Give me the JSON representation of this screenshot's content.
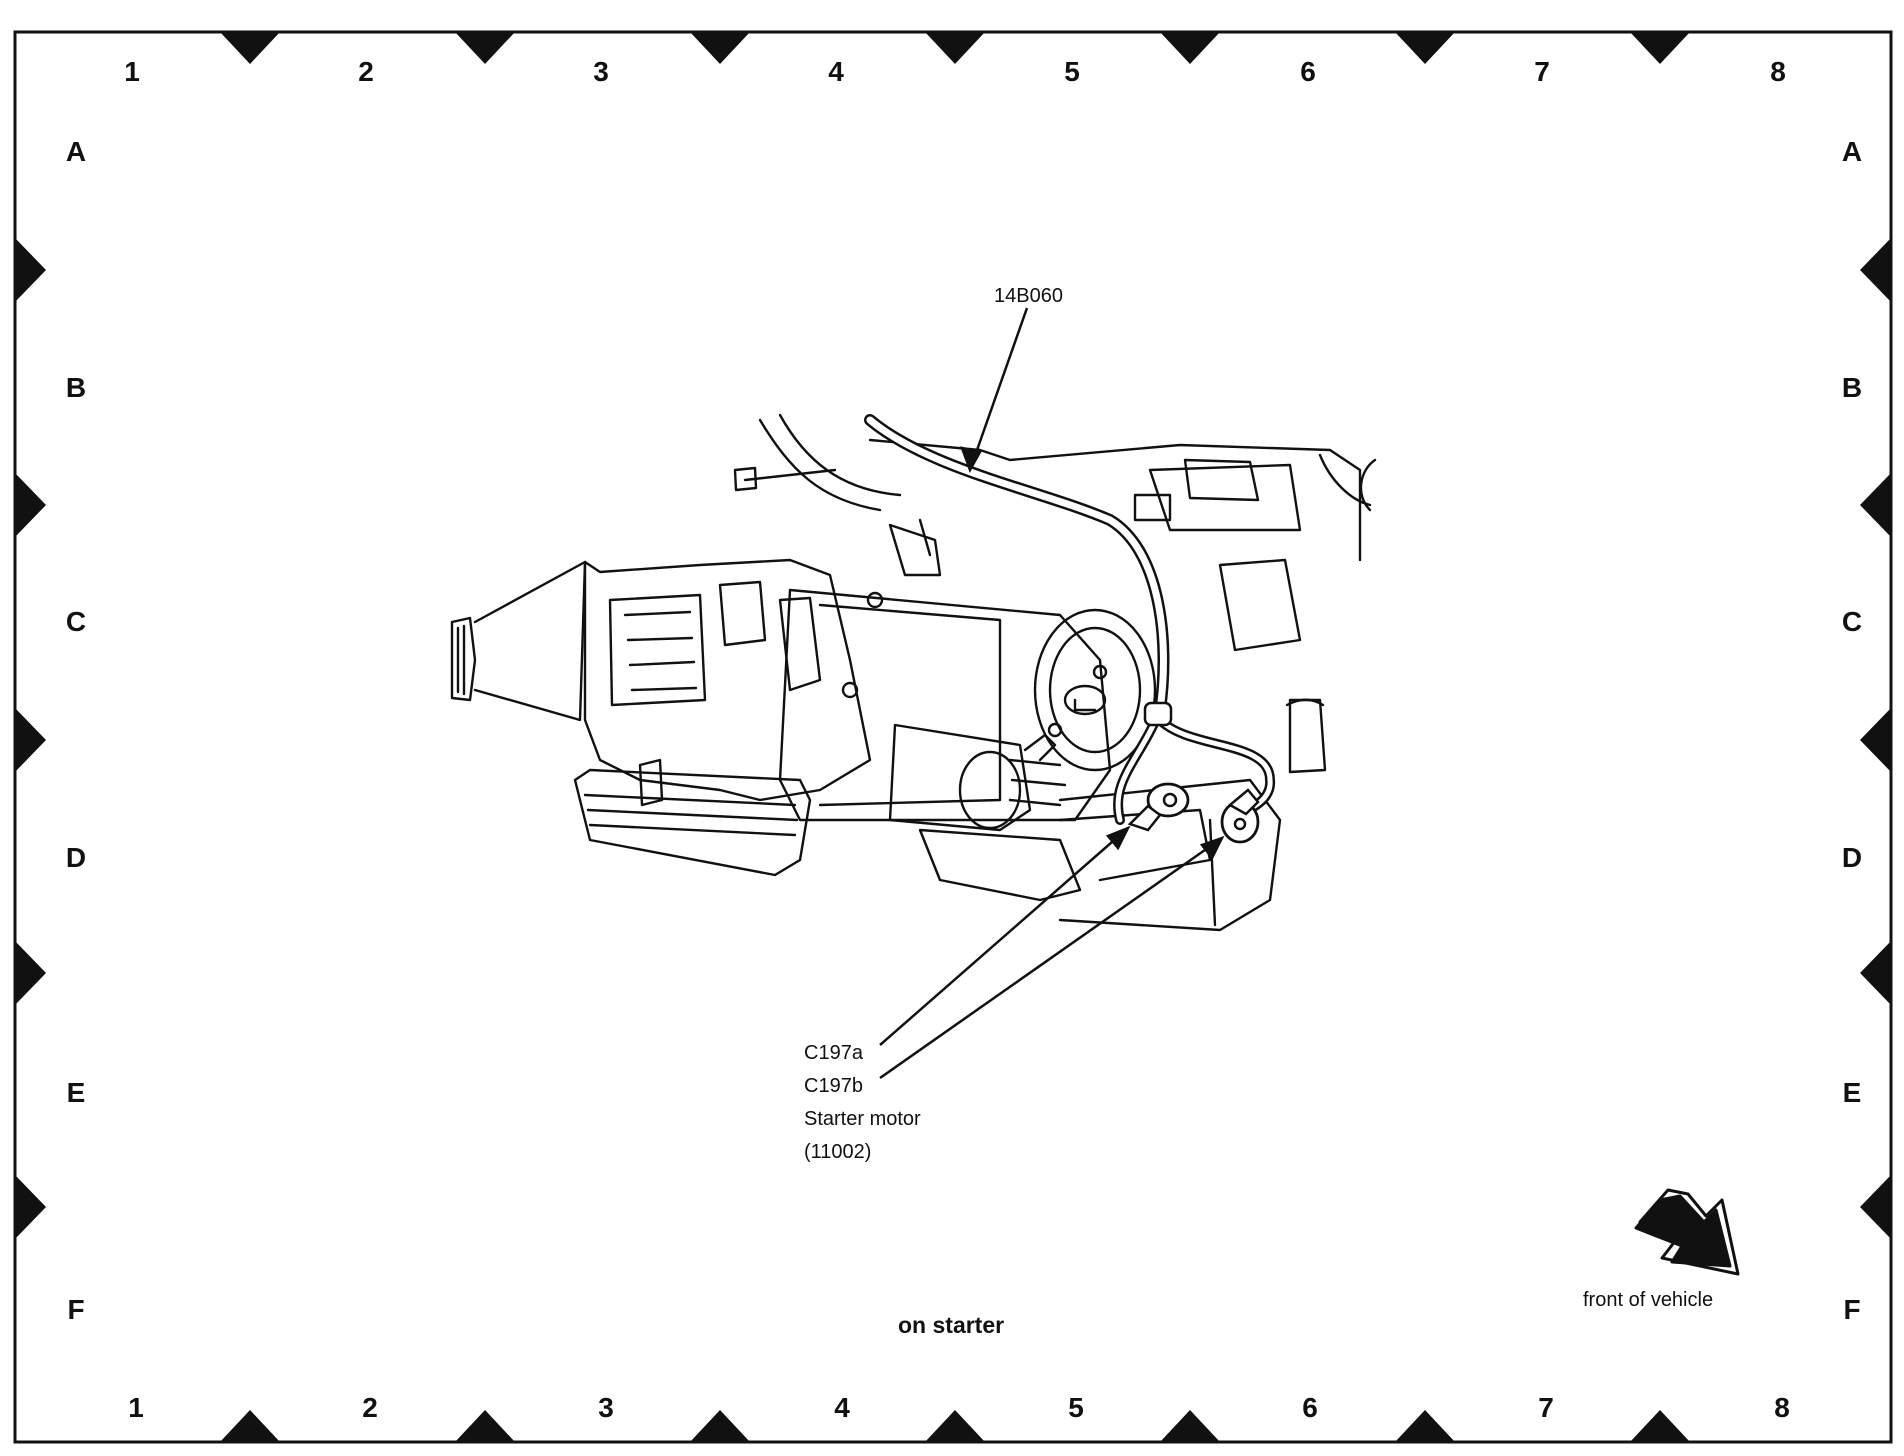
{
  "grid": {
    "columns": [
      "1",
      "2",
      "3",
      "4",
      "5",
      "6",
      "7",
      "8"
    ],
    "rows": [
      "A",
      "B",
      "C",
      "D",
      "E",
      "F"
    ]
  },
  "labels": {
    "part_number": "14B060",
    "connector_a": "C197a",
    "connector_b": "C197b",
    "component": "Starter motor",
    "component_code": "(11002)"
  },
  "caption": "on starter",
  "orientation": {
    "text": "front of vehicle",
    "icon": "front-arrow-icon"
  },
  "colors": {
    "ink": "#111111",
    "paper": "#ffffff"
  }
}
